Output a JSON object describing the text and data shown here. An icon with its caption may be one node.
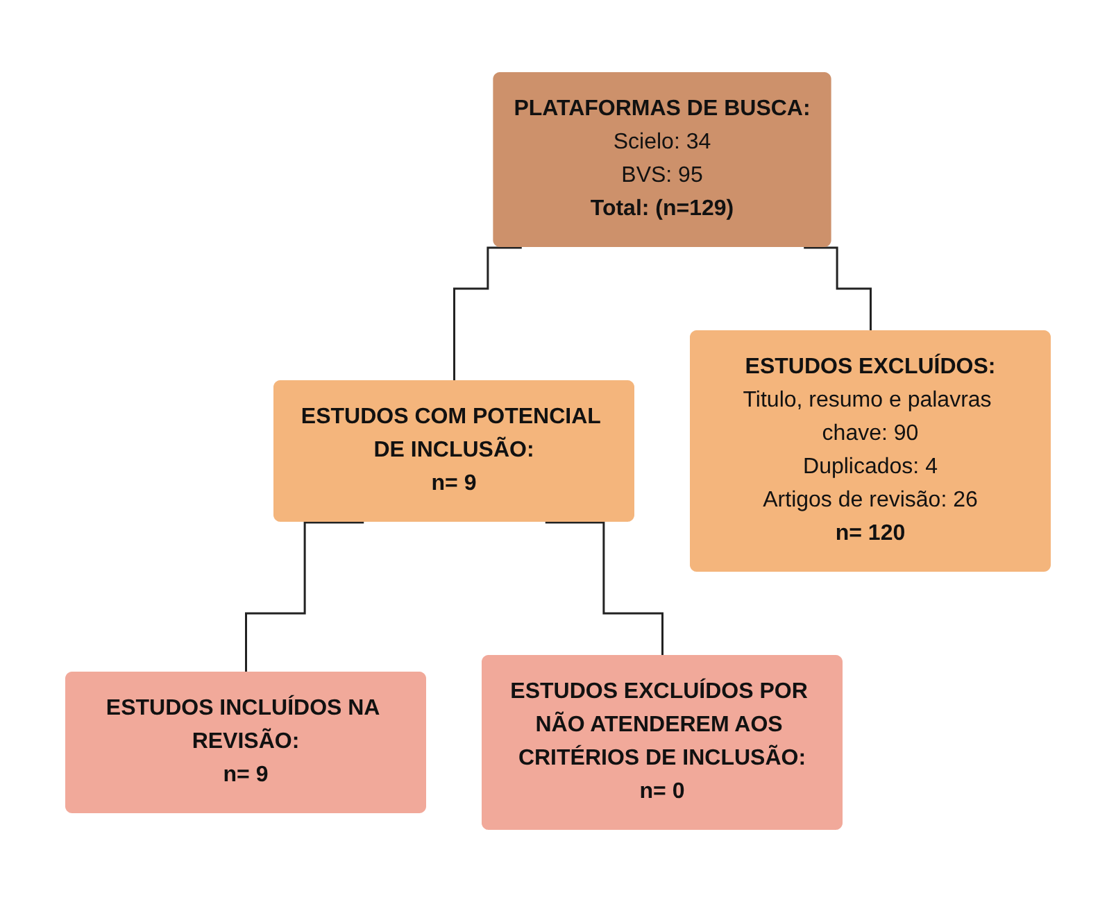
{
  "diagram": {
    "nodes": [
      {
        "text": [
          "PLATAFORMAS DE BUSCA:",
          "Scielo: 34",
          "BVS: 95",
          "Total: (n=129)"
        ]
      },
      {
        "text": [
          "ESTUDOS COM POTENCIAL DE INCLUSÃO:",
          "n= 9"
        ]
      },
      {
        "text": [
          "ESTUDOS EXCLUÍDOS:",
          "Titulo, resumo e palavras chave: 90",
          "Duplicados: 4",
          "Artigos de revisão: 26",
          "n= 120"
        ]
      },
      {
        "text": [
          "ESTUDOS INCLUÍDOS NA REVISÃO:",
          "n= 9"
        ]
      },
      {
        "text": [
          "ESTUDOS EXCLUÍDOS POR NÃO ATENDEREM AOS CRITÉRIOS DE INCLUSÃO:",
          "n= 0"
        ]
      }
    ],
    "edges": [
      {
        "from": 0,
        "to": 1,
        "arrow": "none"
      },
      {
        "from": 0,
        "to": 2,
        "arrow": "none"
      },
      {
        "from": 1,
        "to": 3,
        "arrow": "none"
      },
      {
        "from": 1,
        "to": 4,
        "arrow": "none"
      }
    ]
  }
}
